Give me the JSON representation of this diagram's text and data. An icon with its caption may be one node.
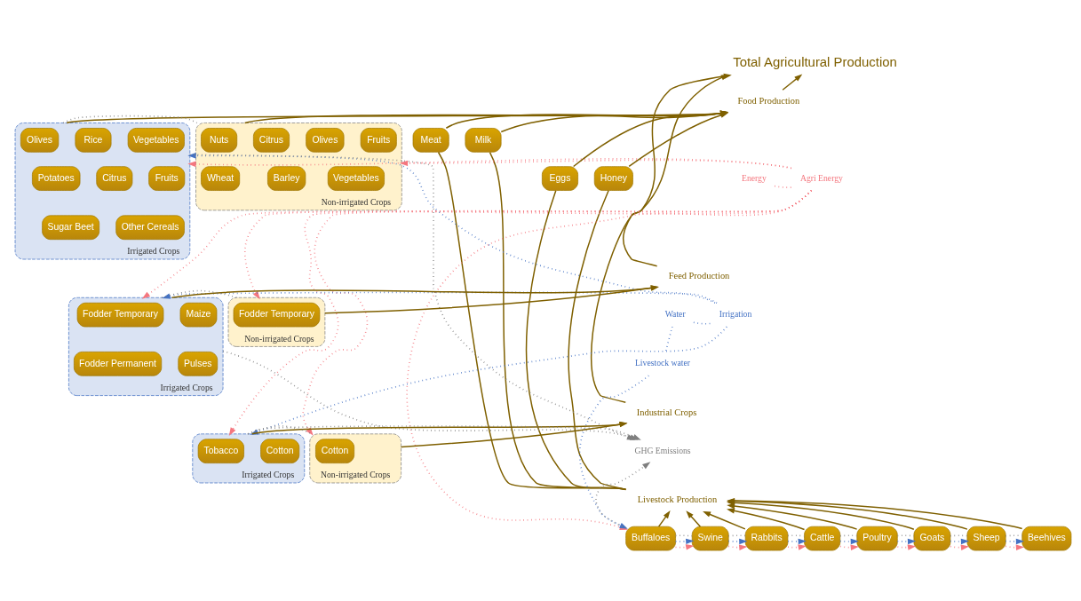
{
  "diagram": {
    "nodes": [
      {
        "text": [
          "Total Agricultural Production"
        ]
      },
      {
        "text": [
          "Food Production"
        ]
      },
      {
        "text": [
          "Feed Production"
        ]
      },
      {
        "text": [
          "Industrial Crops"
        ]
      },
      {
        "text": [
          "Livestock Production"
        ]
      },
      {
        "text": [
          "Energy"
        ]
      },
      {
        "text": [
          "Agri Energy"
        ]
      },
      {
        "text": [
          "Water"
        ]
      },
      {
        "text": [
          "Irrigation"
        ]
      },
      {
        "text": [
          "Livestock water"
        ]
      },
      {
        "text": [
          "GHG Emissions"
        ]
      },
      {
        "text": [
          "Irrigated Crops"
        ]
      },
      {
        "text": [
          "Olives"
        ],
        "in": 11
      },
      {
        "text": [
          "Rice"
        ],
        "in": 11
      },
      {
        "text": [
          "Vegetables"
        ],
        "in": 11
      },
      {
        "text": [
          "Potatoes"
        ],
        "in": 11
      },
      {
        "text": [
          "Citrus"
        ],
        "in": 11
      },
      {
        "text": [
          "Fruits"
        ],
        "in": 11
      },
      {
        "text": [
          "Sugar Beet"
        ],
        "in": 11
      },
      {
        "text": [
          "Other Cereals"
        ],
        "in": 11
      },
      {
        "text": [
          "Non-irrigated Crops"
        ]
      },
      {
        "text": [
          "Nuts"
        ],
        "in": 20
      },
      {
        "text": [
          "Citrus"
        ],
        "in": 20
      },
      {
        "text": [
          "Olives"
        ],
        "in": 20
      },
      {
        "text": [
          "Fruits"
        ],
        "in": 20
      },
      {
        "text": [
          "Wheat"
        ],
        "in": 20
      },
      {
        "text": [
          "Barley"
        ],
        "in": 20
      },
      {
        "text": [
          "Vegetables"
        ],
        "in": 20
      },
      {
        "text": [
          "Meat"
        ]
      },
      {
        "text": [
          "Milk"
        ]
      },
      {
        "text": [
          "Eggs"
        ]
      },
      {
        "text": [
          "Honey"
        ]
      },
      {
        "text": [
          "Irrigated Crops"
        ]
      },
      {
        "text": [
          "Fodder Temporary"
        ],
        "in": 32
      },
      {
        "text": [
          "Maize"
        ],
        "in": 32
      },
      {
        "text": [
          "Fodder Permanent"
        ],
        "in": 32
      },
      {
        "text": [
          "Pulses"
        ],
        "in": 32
      },
      {
        "text": [
          "Non-irrigated Crops"
        ]
      },
      {
        "text": [
          "Fodder Temporary"
        ],
        "in": 37
      },
      {
        "text": [
          "Irrigated Crops"
        ]
      },
      {
        "text": [
          "Tobacco"
        ],
        "in": 39
      },
      {
        "text": [
          "Cotton"
        ],
        "in": 39
      },
      {
        "text": [
          "Non-irrigated Crops"
        ]
      },
      {
        "text": [
          "Cotton"
        ],
        "in": 42
      },
      {
        "text": [
          "Buffaloes"
        ]
      },
      {
        "text": [
          "Swine"
        ]
      },
      {
        "text": [
          "Rabbits"
        ]
      },
      {
        "text": [
          "Cattle"
        ]
      },
      {
        "text": [
          "Poultry"
        ]
      },
      {
        "text": [
          "Goats"
        ]
      },
      {
        "text": [
          "Sheep"
        ]
      },
      {
        "text": [
          "Beehives"
        ]
      }
    ],
    "edges": [
      {
        "from": 1,
        "to": 0,
        "arrow": "to"
      },
      {
        "from": 2,
        "to": 0,
        "arrow": "to"
      },
      {
        "from": 3,
        "to": 0,
        "arrow": "to"
      },
      {
        "from": 11,
        "to": 1,
        "arrow": "to"
      },
      {
        "from": 20,
        "to": 1,
        "arrow": "to"
      },
      {
        "from": 28,
        "to": 1,
        "arrow": "to"
      },
      {
        "from": 29,
        "to": 1,
        "arrow": "to"
      },
      {
        "from": 30,
        "to": 1,
        "arrow": "to"
      },
      {
        "from": 31,
        "to": 1,
        "arrow": "to"
      },
      {
        "from": 4,
        "to": 28,
        "arrow": "none"
      },
      {
        "from": 4,
        "to": 29,
        "arrow": "none"
      },
      {
        "from": 4,
        "to": 30,
        "arrow": "none"
      },
      {
        "from": 4,
        "to": 31,
        "arrow": "none"
      },
      {
        "from": 32,
        "to": 2,
        "arrow": "to"
      },
      {
        "from": 37,
        "to": 2,
        "arrow": "to"
      },
      {
        "from": 39,
        "to": 3,
        "arrow": "to"
      },
      {
        "from": 42,
        "to": 3,
        "arrow": "to"
      },
      {
        "from": 44,
        "to": 4,
        "arrow": "to"
      },
      {
        "from": 45,
        "to": 4,
        "arrow": "to"
      },
      {
        "from": 46,
        "to": 4,
        "arrow": "to"
      },
      {
        "from": 47,
        "to": 4,
        "arrow": "to"
      },
      {
        "from": 48,
        "to": 4,
        "arrow": "to"
      },
      {
        "from": 49,
        "to": 4,
        "arrow": "to"
      },
      {
        "from": 50,
        "to": 4,
        "arrow": "to"
      },
      {
        "from": 51,
        "to": 4,
        "arrow": "to"
      },
      {
        "from": 5,
        "to": 6,
        "arrow": "none",
        "style": "dashed",
        "color": "#f4777f"
      },
      {
        "from": 6,
        "to": 11,
        "arrow": "to",
        "style": "dashed",
        "color": "#f4777f"
      },
      {
        "from": 6,
        "to": 20,
        "arrow": "to",
        "style": "dashed",
        "color": "#f4777f"
      },
      {
        "from": 6,
        "to": 32,
        "arrow": "to",
        "style": "dashed",
        "color": "#f4777f"
      },
      {
        "from": 6,
        "to": 37,
        "arrow": "to",
        "style": "dashed",
        "color": "#f4777f"
      },
      {
        "from": 6,
        "to": 39,
        "arrow": "to",
        "style": "dashed",
        "color": "#f4777f"
      },
      {
        "from": 6,
        "to": 42,
        "arrow": "to",
        "style": "dashed",
        "color": "#f4777f"
      },
      {
        "from": 6,
        "to": 44,
        "arrow": "to",
        "style": "dashed",
        "color": "#f4777f"
      },
      {
        "from": 44,
        "to": 45,
        "arrow": "to",
        "style": "dashed",
        "color": "#f4777f"
      },
      {
        "from": 45,
        "to": 46,
        "arrow": "to",
        "style": "dashed",
        "color": "#f4777f"
      },
      {
        "from": 46,
        "to": 47,
        "arrow": "to",
        "style": "dashed",
        "color": "#f4777f"
      },
      {
        "from": 47,
        "to": 48,
        "arrow": "to",
        "style": "dashed",
        "color": "#f4777f"
      },
      {
        "from": 48,
        "to": 49,
        "arrow": "to",
        "style": "dashed",
        "color": "#f4777f"
      },
      {
        "from": 49,
        "to": 50,
        "arrow": "to",
        "style": "dashed",
        "color": "#f4777f"
      },
      {
        "from": 50,
        "to": 51,
        "arrow": "to",
        "style": "dashed",
        "color": "#f4777f"
      },
      {
        "from": 7,
        "to": 8,
        "arrow": "none",
        "style": "dashed",
        "color": "#4472c4"
      },
      {
        "from": 7,
        "to": 9,
        "arrow": "none",
        "style": "dashed",
        "color": "#4472c4"
      },
      {
        "from": 8,
        "to": 11,
        "arrow": "to",
        "style": "dashed",
        "color": "#4472c4"
      },
      {
        "from": 8,
        "to": 32,
        "arrow": "to",
        "style": "dashed",
        "color": "#4472c4"
      },
      {
        "from": 8,
        "to": 39,
        "arrow": "to",
        "style": "dashed",
        "color": "#4472c4"
      },
      {
        "from": 9,
        "to": 44,
        "arrow": "to",
        "style": "dashed",
        "color": "#4472c4"
      },
      {
        "from": 44,
        "to": 45,
        "arrow": "to",
        "style": "dashed",
        "color": "#4472c4"
      },
      {
        "from": 45,
        "to": 46,
        "arrow": "to",
        "style": "dashed",
        "color": "#4472c4"
      },
      {
        "from": 46,
        "to": 47,
        "arrow": "to",
        "style": "dashed",
        "color": "#4472c4"
      },
      {
        "from": 47,
        "to": 48,
        "arrow": "to",
        "style": "dashed",
        "color": "#4472c4"
      },
      {
        "from": 48,
        "to": 49,
        "arrow": "to",
        "style": "dashed",
        "color": "#4472c4"
      },
      {
        "from": 49,
        "to": 50,
        "arrow": "to",
        "style": "dashed",
        "color": "#4472c4"
      },
      {
        "from": 50,
        "to": 51,
        "arrow": "to",
        "style": "dashed",
        "color": "#4472c4"
      },
      {
        "from": 11,
        "to": 20,
        "arrow": "none",
        "style": "dashed",
        "color": "#7f7f7f"
      },
      {
        "from": 32,
        "to": 37,
        "arrow": "none",
        "style": "dashed",
        "color": "#7f7f7f"
      },
      {
        "from": 39,
        "to": 42,
        "arrow": "none",
        "style": "dashed",
        "color": "#7f7f7f"
      },
      {
        "from": 11,
        "to": 10,
        "arrow": "to",
        "style": "dashed",
        "color": "#7f7f7f"
      },
      {
        "from": 32,
        "to": 10,
        "arrow": "to",
        "style": "dashed",
        "color": "#7f7f7f"
      },
      {
        "from": 39,
        "to": 10,
        "arrow": "to",
        "style": "dashed",
        "color": "#7f7f7f"
      },
      {
        "from": 44,
        "to": 10,
        "arrow": "to",
        "style": "dashed",
        "color": "#7f7f7f"
      },
      {
        "from": 44,
        "to": 45,
        "arrow": "none",
        "style": "dashed",
        "color": "#7f7f7f"
      },
      {
        "from": 45,
        "to": 46,
        "arrow": "none",
        "style": "dashed",
        "color": "#7f7f7f"
      },
      {
        "from": 46,
        "to": 47,
        "arrow": "none",
        "style": "dashed",
        "color": "#7f7f7f"
      },
      {
        "from": 47,
        "to": 48,
        "arrow": "none",
        "style": "dashed",
        "color": "#7f7f7f"
      },
      {
        "from": 48,
        "to": 49,
        "arrow": "none",
        "style": "dashed",
        "color": "#7f7f7f"
      },
      {
        "from": 49,
        "to": 50,
        "arrow": "none",
        "style": "dashed",
        "color": "#7f7f7f"
      },
      {
        "from": 50,
        "to": 51,
        "arrow": "none",
        "style": "dashed",
        "color": "#7f7f7f"
      }
    ]
  }
}
